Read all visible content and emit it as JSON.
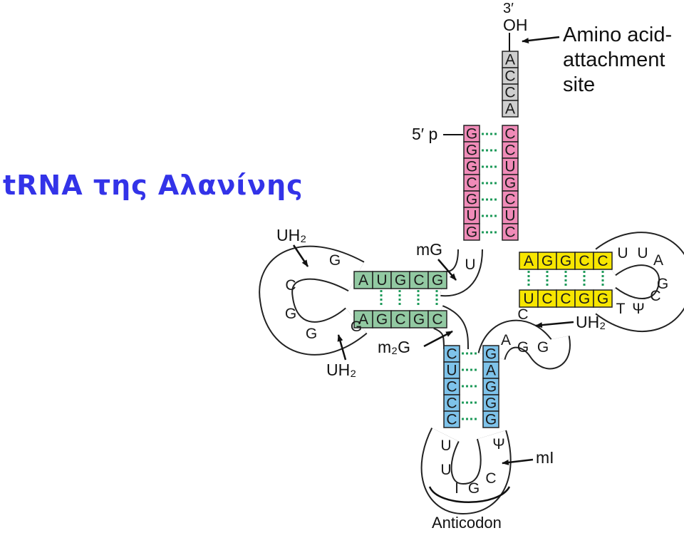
{
  "title": "tRNA της Αλανίνης",
  "colors": {
    "title": "#3333e8",
    "acceptor": "#f08bb8",
    "acceptor_tail": "#cfcfcf",
    "d_arm": "#92c9a2",
    "t_arm": "#f7e600",
    "anticodon_arm": "#7ec3ea",
    "anticodon": "#cfcfcf",
    "backbone": "#ffffff",
    "pairing": "#1e9a5a"
  },
  "labels": {
    "oh_prime": "3′",
    "oh": "OH",
    "amino_1": "Amino acid-",
    "amino_2": "attachment",
    "amino_3": "site",
    "five_p": "5′ p",
    "mg": "mG",
    "m2g": "m₂G",
    "uh2_top": "UH₂",
    "uh2_bottom": "UH₂",
    "uh2_right": "UH₂",
    "mi": "mI",
    "anticodon": "Anticodon"
  },
  "sequence": {
    "acceptor_tail": [
      "A",
      "C",
      "C",
      "A"
    ],
    "acceptor_5": [
      "G",
      "G",
      "G",
      "C",
      "G",
      "U",
      "G"
    ],
    "acceptor_3": [
      "C",
      "C",
      "U",
      "G",
      "C",
      "U",
      "C"
    ],
    "d_stem_top": [
      "A",
      "U",
      "G",
      "C",
      "G"
    ],
    "d_stem_bottom": [
      "A",
      "G",
      "C",
      "G",
      "C"
    ],
    "d_loop": [
      "G",
      "C",
      "G",
      "G",
      "G"
    ],
    "anticodon_stem_5": [
      "C",
      "U",
      "C",
      "C",
      "C"
    ],
    "anticodon_stem_3": [
      "G",
      "A",
      "G",
      "G",
      "G"
    ],
    "anticodon_loop": [
      "U",
      "U",
      "I",
      "G",
      "C",
      "Ψ"
    ],
    "t_stem_top": [
      "A",
      "G",
      "G",
      "C",
      "C"
    ],
    "t_stem_bottom": [
      "U",
      "C",
      "C",
      "G",
      "G"
    ],
    "t_loop": [
      "U",
      "U",
      "A",
      "G",
      "C",
      "T",
      "Ψ"
    ],
    "variable": [
      "A",
      "G",
      "G",
      "C"
    ],
    "junction": [
      "U"
    ]
  }
}
